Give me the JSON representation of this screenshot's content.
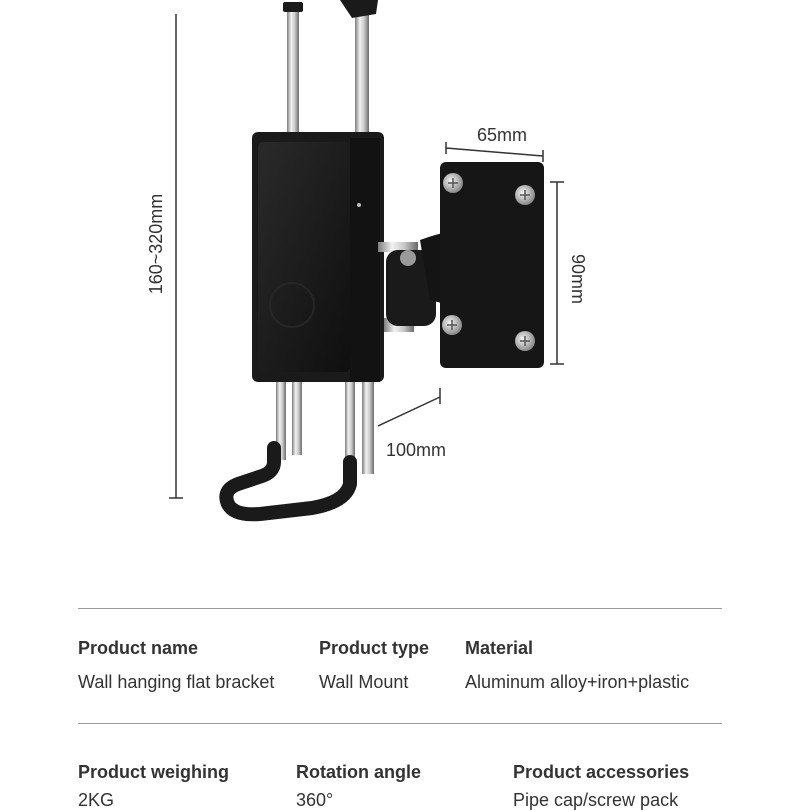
{
  "dimensions": {
    "height_range": "160~320mm",
    "plate_width": "65mm",
    "plate_height": "90mm",
    "arm_depth": "100mm"
  },
  "specs": {
    "row1": [
      {
        "label": "Product name",
        "value": "Wall hanging flat bracket"
      },
      {
        "label": "Product type",
        "value": "Wall Mount"
      },
      {
        "label": "Material",
        "value": "Aluminum alloy+iron+plastic"
      }
    ],
    "row2": [
      {
        "label": "Product weighing",
        "value": "2KG"
      },
      {
        "label": "Rotation angle",
        "value": "360°"
      },
      {
        "label": "Product accessories",
        "value": "Pipe cap/screw pack"
      }
    ]
  },
  "colors": {
    "text": "#333333",
    "divider": "#9a9a9a",
    "bracket_black": "#1a1a1a",
    "chrome": "#c8c8c8"
  }
}
